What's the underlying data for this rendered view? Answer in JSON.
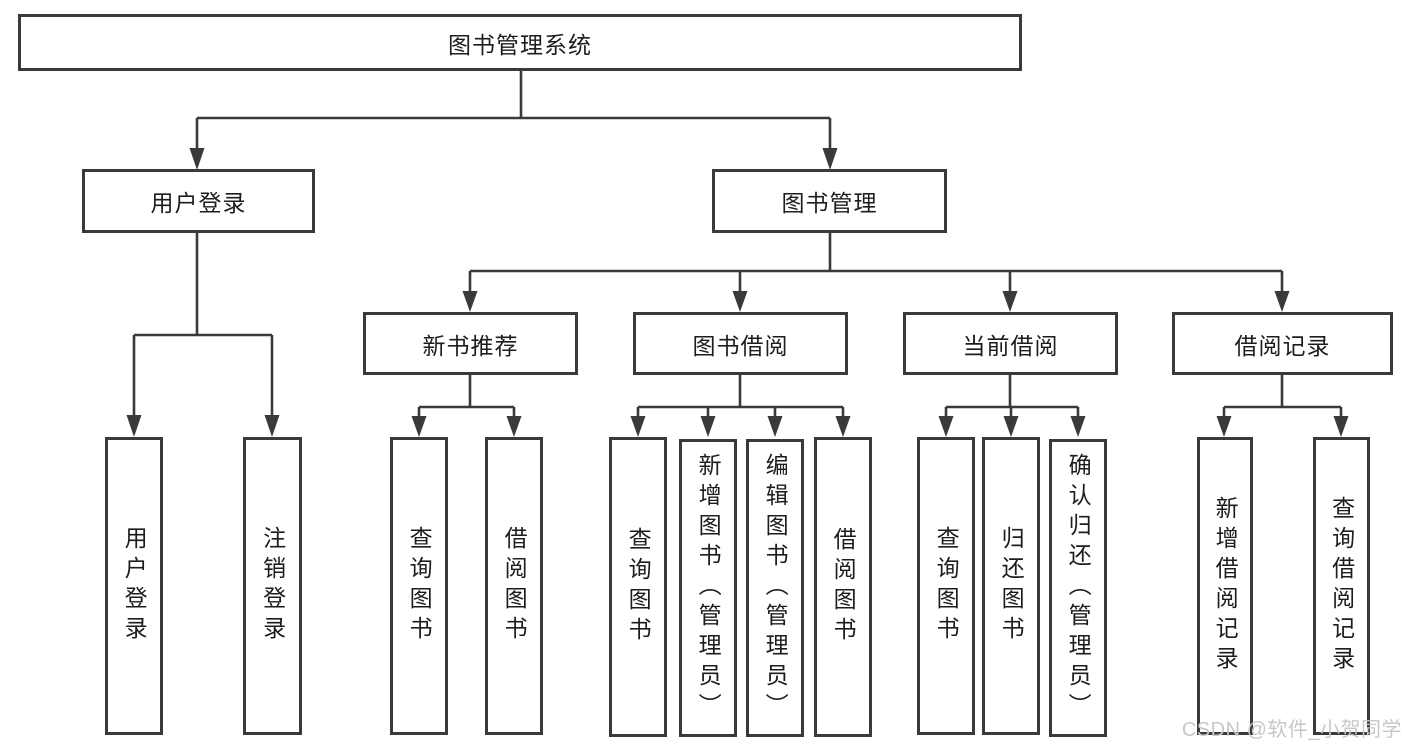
{
  "diagram": {
    "title": "图书管理系统",
    "watermark": "CSDN @软件_小贺同学",
    "colors": {
      "line": "#3a3a3a",
      "box_border": "#3a3a3a",
      "text": "#1d1d1d",
      "watermark": "#c7c7c7",
      "background": "#ffffff"
    }
  },
  "nodes": {
    "root": {
      "label": "图书管理系统"
    },
    "user_login_branch": {
      "label": "用户登录"
    },
    "book_management": {
      "label": "图书管理"
    },
    "user_login_leaf": {
      "label": "用户登录"
    },
    "logout_leaf": {
      "label": "注销登录"
    },
    "new_book_recommend": {
      "label": "新书推荐"
    },
    "book_borrow": {
      "label": "图书借阅"
    },
    "current_borrow": {
      "label": "当前借阅"
    },
    "borrow_records": {
      "label": "借阅记录"
    },
    "nb_query_books": {
      "label": "查询图书"
    },
    "nb_borrow_books": {
      "label": "借阅图书"
    },
    "bb_query_books": {
      "label": "查询图书"
    },
    "bb_add_books": {
      "label": "新增图书（管理员）"
    },
    "bb_edit_books": {
      "label": "编辑图书（管理员）"
    },
    "bb_borrow_books": {
      "label": "借阅图书"
    },
    "cb_query_books": {
      "label": "查询图书"
    },
    "cb_return_books": {
      "label": "归还图书"
    },
    "cb_confirm_return": {
      "label": "确认归还（管理员）"
    },
    "br_add_record": {
      "label": "新增借阅记录"
    },
    "br_query_record": {
      "label": "查询借阅记录"
    }
  },
  "hierarchy_note": {
    "root_children": "用户登录, 图书管理",
    "user_login_children": "用户登录, 注销登录",
    "book_management_children": "新书推荐, 图书借阅, 当前借阅, 借阅记录"
  }
}
